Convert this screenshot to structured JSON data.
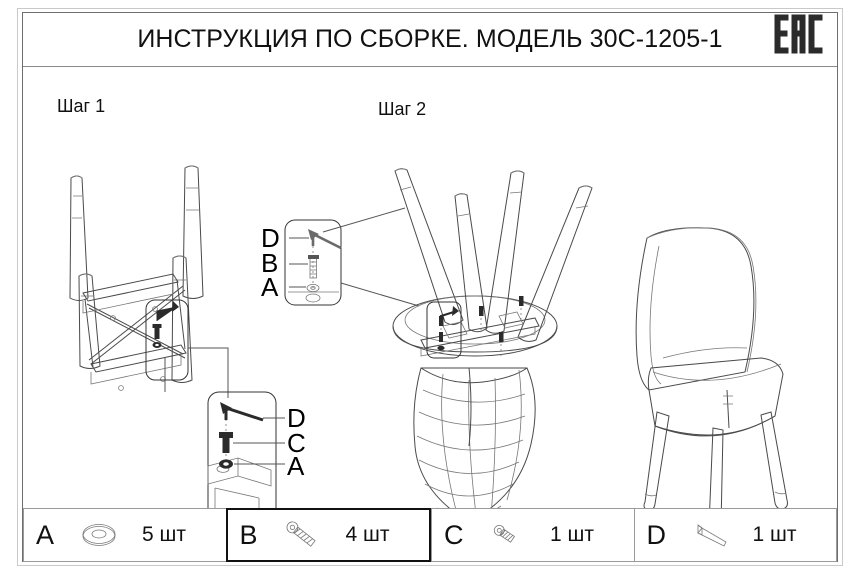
{
  "document": {
    "title": "ИНСТРУКЦИЯ ПО СБОРКЕ. МОДЕЛЬ 30С-1205-1",
    "certification_mark": "EAC"
  },
  "steps": [
    {
      "id": "step1",
      "label": "Шаг 1"
    },
    {
      "id": "step2",
      "label": "Шаг 2"
    }
  ],
  "callouts": {
    "step1": {
      "labels": [
        "D",
        "C",
        "A"
      ]
    },
    "step2": {
      "labels": [
        "D",
        "B",
        "A"
      ]
    }
  },
  "legend": {
    "unit": "шт",
    "items": [
      {
        "letter": "A",
        "icon": "washer-icon",
        "qty": "5 шт",
        "count": 5,
        "emphasis": false
      },
      {
        "letter": "B",
        "icon": "bolt-icon",
        "qty": "4 шт",
        "count": 4,
        "emphasis": true
      },
      {
        "letter": "C",
        "icon": "screw-icon",
        "qty": "1 шт",
        "count": 1,
        "emphasis": false
      },
      {
        "letter": "D",
        "icon": "hex-key-icon",
        "qty": "1 шт",
        "count": 1,
        "emphasis": false
      }
    ]
  },
  "colors": {
    "line": "#4a4a4a",
    "frame": "#6e6e6e",
    "text": "#111111",
    "emphasis_border": "#111111"
  }
}
